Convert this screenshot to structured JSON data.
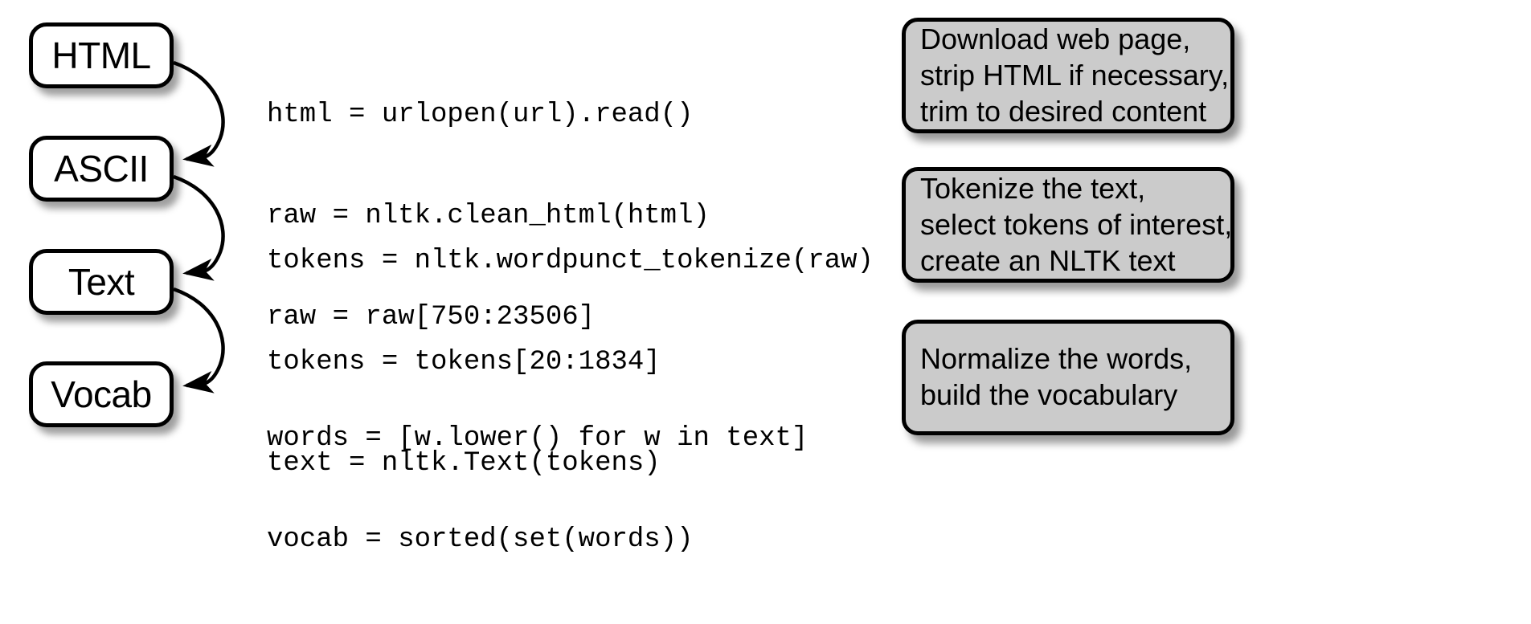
{
  "diagram": {
    "title": "NLTK text processing pipeline",
    "colors": {
      "stage_fill": "#ffffff",
      "stage_border": "#000000",
      "callout_fill": "#cbcbcb",
      "callout_border": "#000000",
      "text": "#000000",
      "background": "#ffffff"
    }
  },
  "stages": [
    {
      "label": "HTML"
    },
    {
      "label": "ASCII"
    },
    {
      "label": "Text"
    },
    {
      "label": "Vocab"
    }
  ],
  "code_blocks": [
    {
      "lines": [
        "html = urlopen(url).read()",
        "raw = nltk.clean_html(html)",
        "raw = raw[750:23506]"
      ]
    },
    {
      "lines": [
        "tokens = nltk.wordpunct_tokenize(raw)",
        "tokens = tokens[20:1834]",
        "text = nltk.Text(tokens)"
      ]
    },
    {
      "lines": [
        "words = [w.lower() for w in text]",
        "vocab = sorted(set(words))"
      ]
    }
  ],
  "callouts": [
    {
      "lines": [
        "Download web page,",
        "strip HTML if necessary,",
        "trim to desired content"
      ]
    },
    {
      "lines": [
        "Tokenize the text,",
        "select tokens of interest,",
        "create an NLTK text"
      ]
    },
    {
      "lines": [
        "Normalize the words,",
        "build the vocabulary"
      ]
    }
  ],
  "arrows": [
    {
      "from": "HTML",
      "to": "ASCII"
    },
    {
      "from": "ASCII",
      "to": "Text"
    },
    {
      "from": "Text",
      "to": "Vocab"
    }
  ]
}
